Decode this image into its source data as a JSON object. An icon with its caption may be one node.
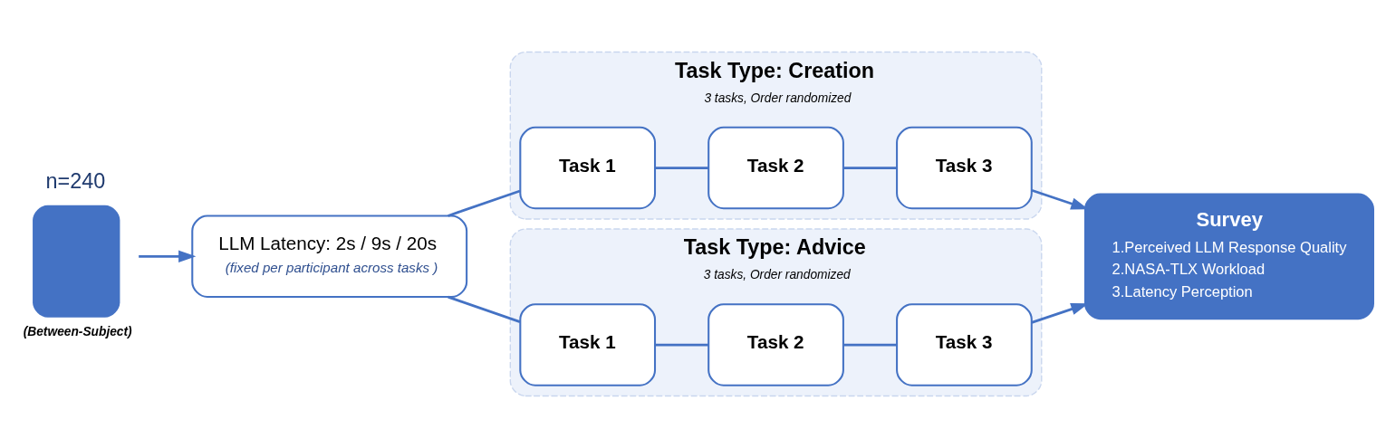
{
  "diagram": {
    "nodes": [
      {
        "text": [],
        "shape": "person",
        "beside": [
          "n=240",
          "(Between-Subject)"
        ]
      },
      {
        "text": [
          "LLM Latency: 2s / 9s / 20s",
          "(fixed per participant across tasks )"
        ]
      },
      {
        "text": [
          "Task Type: Creation",
          "3 tasks, Order randomized"
        ]
      },
      {
        "text": [
          "Task 1"
        ],
        "in": 2
      },
      {
        "text": [
          "Task 2"
        ],
        "in": 2
      },
      {
        "text": [
          "Task 3"
        ],
        "in": 2
      },
      {
        "text": [
          "Task Type: Advice",
          "3 tasks, Order randomized"
        ]
      },
      {
        "text": [
          "Task 1"
        ],
        "in": 6
      },
      {
        "text": [
          "Task 2"
        ],
        "in": 6
      },
      {
        "text": [
          "Task 3"
        ],
        "in": 6
      },
      {
        "text": [
          "Survey",
          "1.Perceived LLM Response Quality",
          "2.NASA-TLX Workload",
          "3.Latency Perception"
        ]
      }
    ],
    "edges": [
      {
        "from": 0,
        "to": 1,
        "arrow": "to"
      },
      {
        "from": 1,
        "to": 3,
        "arrow": "none"
      },
      {
        "from": 3,
        "to": 4,
        "arrow": "none"
      },
      {
        "from": 4,
        "to": 5,
        "arrow": "none"
      },
      {
        "from": 5,
        "to": 10,
        "arrow": "to"
      },
      {
        "from": 1,
        "to": 7,
        "arrow": "none"
      },
      {
        "from": 7,
        "to": 8,
        "arrow": "none"
      },
      {
        "from": 8,
        "to": 9,
        "arrow": "none"
      },
      {
        "from": 9,
        "to": 10,
        "arrow": "to"
      }
    ]
  }
}
